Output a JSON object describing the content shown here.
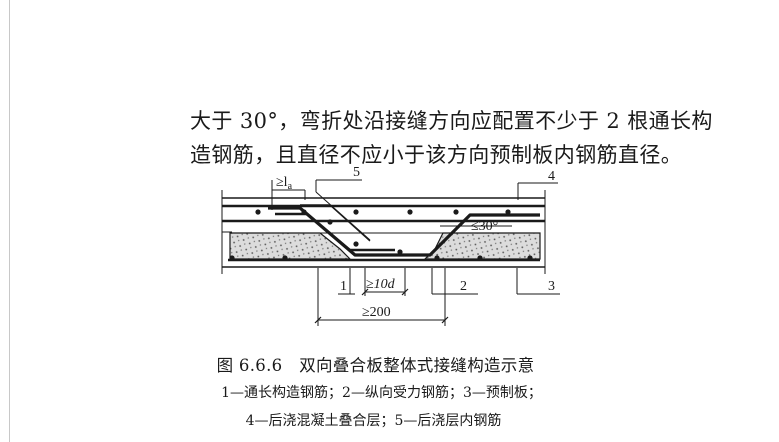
{
  "paragraph": {
    "line1": "大于 30°，弯折处沿接缝方向应配置不少于 2 根通长构",
    "line2": "造钢筋，且直径不应小于该方向预制板内钢筋直径。"
  },
  "figure": {
    "labels": {
      "n1": "1",
      "n2": "2",
      "n3": "3",
      "n4": "4",
      "n5": "5",
      "anchor": "≥l",
      "anchor_sub": "a",
      "angle": "≤30°",
      "bend": "≥10d",
      "width": "≥200"
    },
    "caption": "图 6.6.6　双向叠合板整体式接缝构造示意",
    "legend_line1": "1—通长构造钢筋；2—纵向受力钢筋；3—预制板；",
    "legend_line2": "4—后浇混凝土叠合层；5—后浇层内钢筋"
  }
}
